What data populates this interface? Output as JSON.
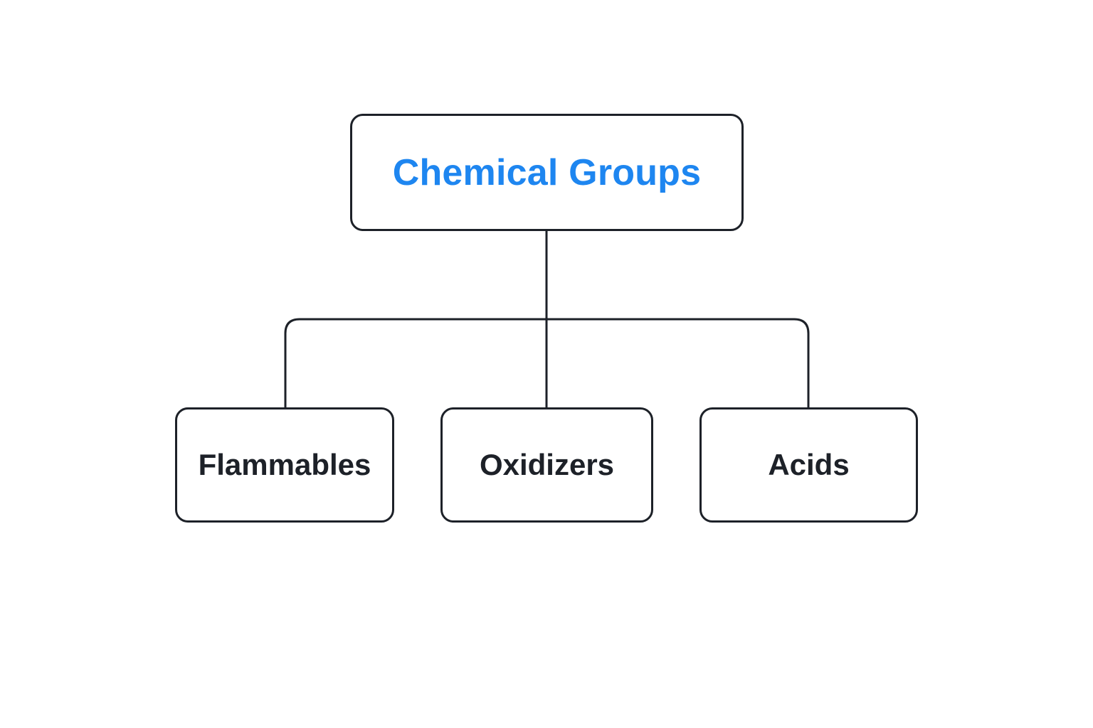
{
  "diagram": {
    "root": {
      "label": "Chemical Groups",
      "color": "#1e86f0"
    },
    "children": [
      {
        "label": "Flammables"
      },
      {
        "label": "Oxidizers"
      },
      {
        "label": "Acids"
      }
    ],
    "line_color": "#1d2128"
  }
}
